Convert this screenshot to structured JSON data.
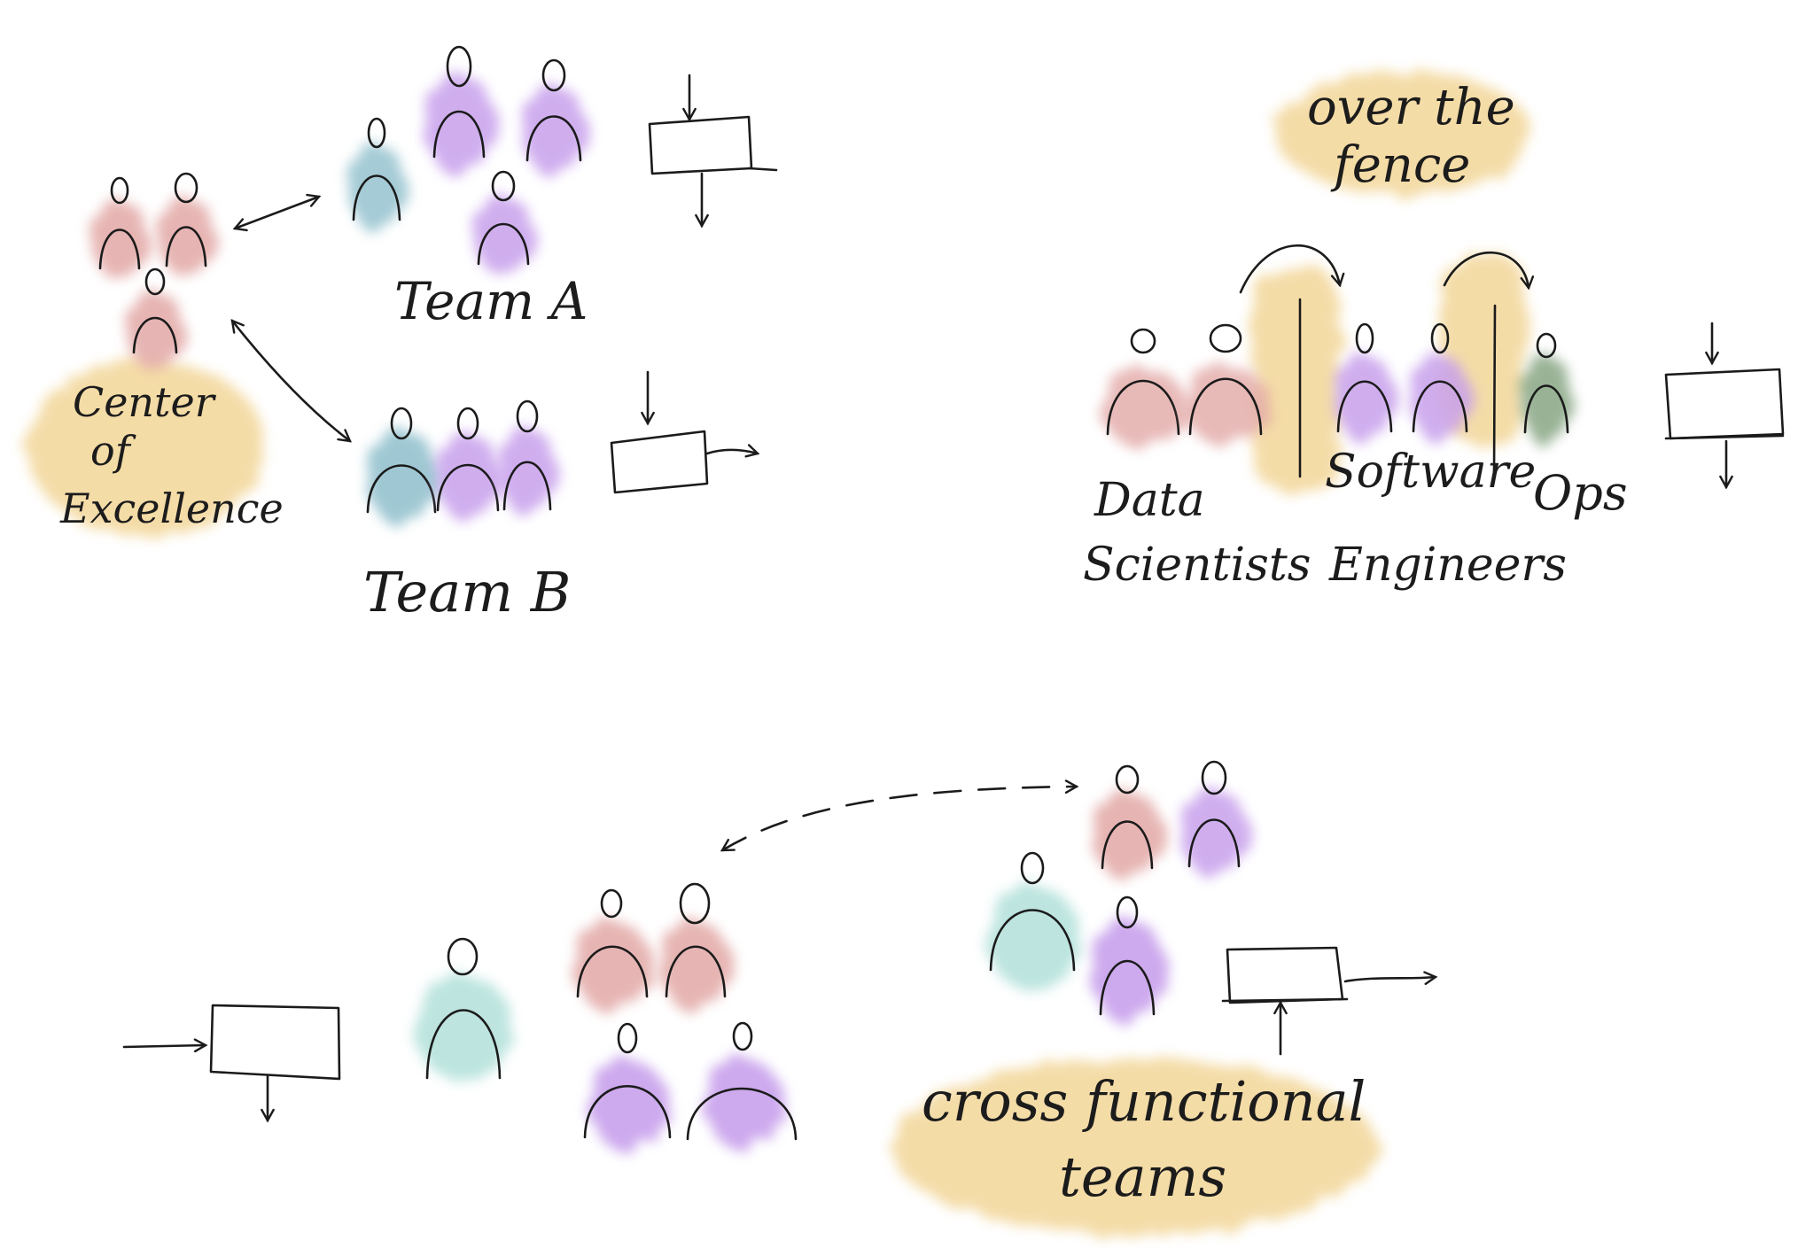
{
  "colors": {
    "ink": "#1b1b1b",
    "highlight": "#f0cf86",
    "red": "#e2a8a6",
    "purple": "#c8a0ec",
    "blue": "#95c2cf",
    "teal": "#b6e2dc",
    "green": "#8eaa8a"
  },
  "panels": {
    "coe": {
      "label": [
        "Center",
        "of",
        "Excellence"
      ],
      "team_a": "Team A",
      "team_b": "Team B"
    },
    "fence": {
      "title": [
        "over the",
        "fence"
      ],
      "labels": {
        "data_scientists": [
          "Data",
          "Scientists"
        ],
        "software_engineers": [
          "Software",
          "Engineers"
        ],
        "ops": "Ops"
      }
    },
    "cross": {
      "label": [
        "cross functional",
        "teams"
      ]
    }
  }
}
